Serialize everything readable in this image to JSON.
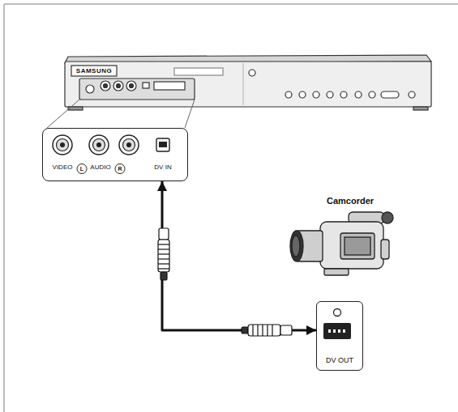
{
  "diagram": {
    "nodes": [
      {
        "text": [
          "VIDEO",
          "L",
          "AUDIO",
          "R",
          "DV IN"
        ]
      },
      {
        "text": [
          "DV OUT"
        ]
      }
    ],
    "edges": [
      {
        "from": 1,
        "to": 0,
        "arrow": "both"
      }
    ],
    "labels": [
      "SAMSUNG",
      "Camcorder"
    ]
  }
}
